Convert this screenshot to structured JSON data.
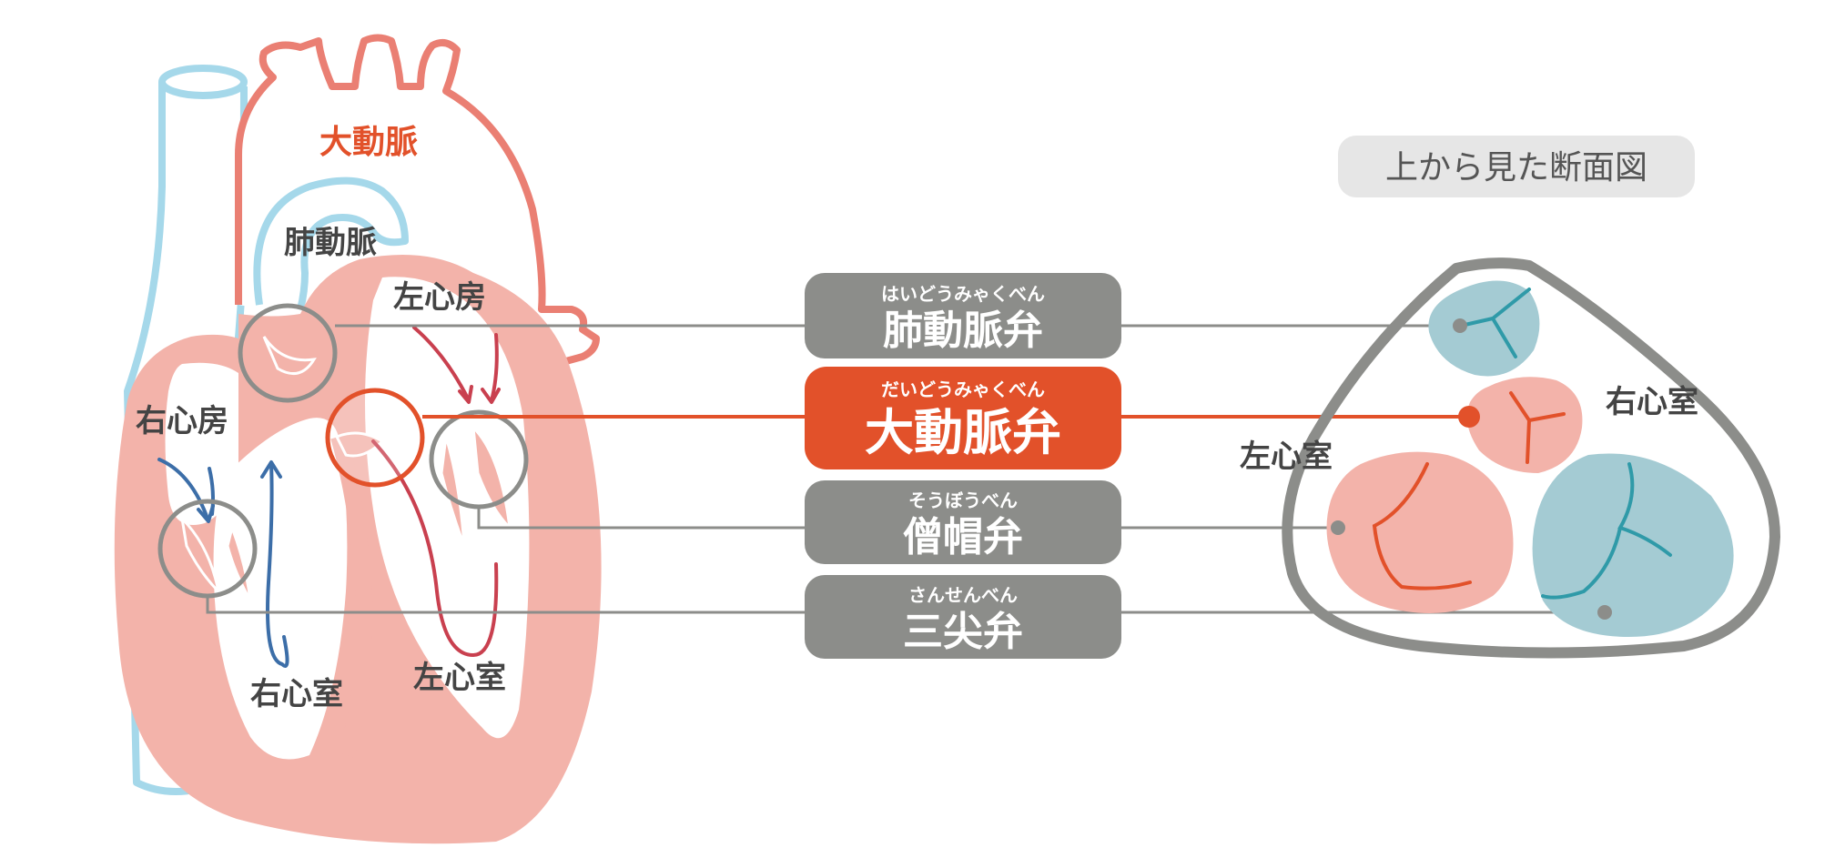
{
  "heart_labels": {
    "aorta": "大動脈",
    "pulmonary_artery": "肺動脈",
    "left_atrium": "左心房",
    "right_atrium": "右心房",
    "right_ventricle": "右心室",
    "left_ventricle": "左心室"
  },
  "valves": [
    {
      "ruby": "はいどうみゃくべん",
      "name": "肺動脈弁",
      "highlighted": false
    },
    {
      "ruby": "だいどうみゃくべん",
      "name": "大動脈弁",
      "highlighted": true
    },
    {
      "ruby": "そうぼうべん",
      "name": "僧帽弁",
      "highlighted": false
    },
    {
      "ruby": "さんせんべん",
      "name": "三尖弁",
      "highlighted": false
    }
  ],
  "cross_section": {
    "title": "上から見た断面図",
    "left_ventricle": "左心室",
    "right_ventricle": "右心室"
  },
  "colors": {
    "accent": "#e2512a",
    "pill_gray": "#8c8d8a",
    "heart_pink": "#f3b3aa",
    "heart_outline": "#ea7f73",
    "vessel_blue": "#a5d8ea",
    "valve_teal": "#a4cbd3",
    "flow_red": "#c9404f",
    "flow_blue": "#3c6ea8"
  }
}
